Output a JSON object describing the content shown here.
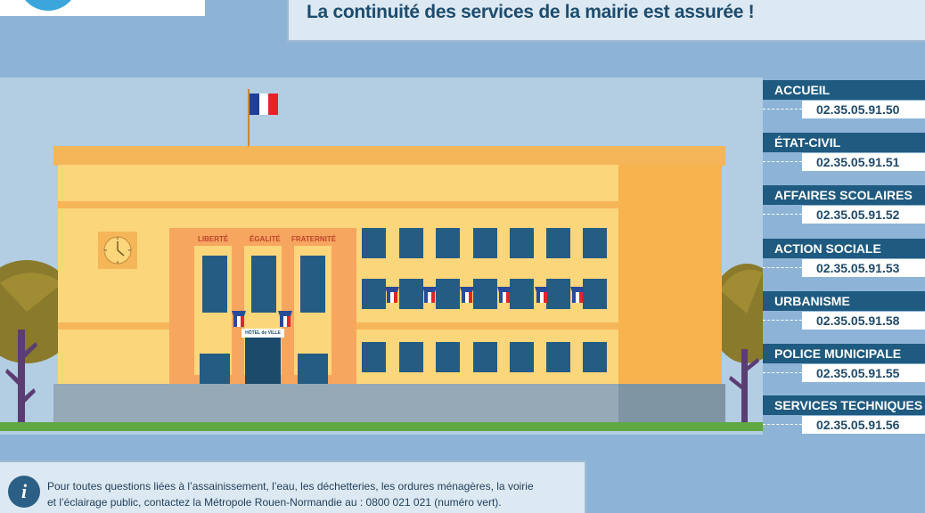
{
  "header": {
    "headline": "La continuité des services de la mairie est assurée !"
  },
  "building": {
    "mottos": [
      "LIBERTÉ",
      "ÉGALITÉ",
      "FRATERNITÉ"
    ],
    "door_sign": "HÔTEL de VILLE"
  },
  "directory": [
    {
      "service": "ACCUEIL",
      "phone": "02.35.05.91.50"
    },
    {
      "service": "ÉTAT-CIVIL",
      "phone": "02.35.05.91.51"
    },
    {
      "service": "AFFAIRES SCOLAIRES",
      "phone": "02.35.05.91.52"
    },
    {
      "service": "ACTION SOCIALE",
      "phone": "02.35.05.91.53"
    },
    {
      "service": "URBANISME",
      "phone": "02.35.05.91.58"
    },
    {
      "service": "POLICE MUNICIPALE",
      "phone": "02.35.05.91.55"
    },
    {
      "service": "SERVICES TECHNIQUES",
      "phone": "02.35.05.91.56"
    }
  ],
  "info": {
    "icon": "info-icon",
    "line1": "Pour toutes questions liées à l’assainissement, l’eau, les déchetteries, les ordures ménagères, la voirie",
    "line2": "et l’éclairage public, contactez la Métropole Rouen-Normandie au : 0800 021 021 (numéro vert)."
  },
  "colors": {
    "navy": "#1f5a80",
    "background": "#8db4d6",
    "building": "#fbd67b",
    "window": "#255c84"
  }
}
